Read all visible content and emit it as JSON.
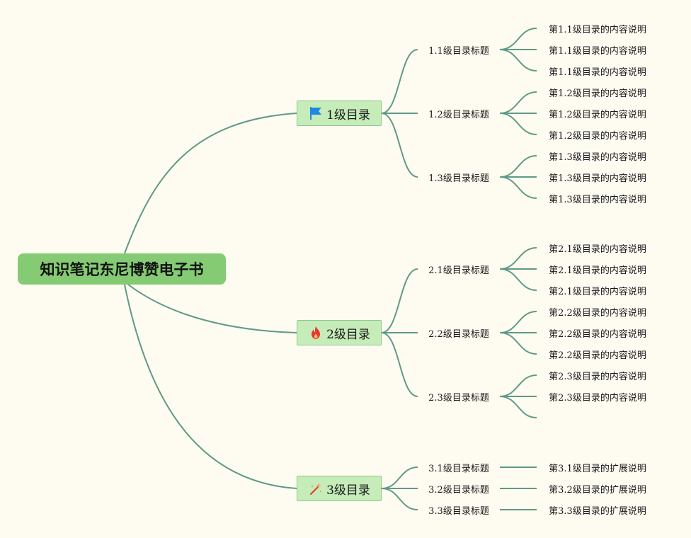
{
  "root": {
    "label": "知识笔记东尼博赞电子书"
  },
  "branches": [
    {
      "label": "1级目录",
      "icon": "blue-flag-icon",
      "icon_color": "#1e88e5",
      "children": [
        {
          "label": "1.1级目录标题",
          "items": [
            "第1.1级目录的内容说明",
            "第1.1级目录的内容说明",
            "第1.1级目录的内容说明"
          ]
        },
        {
          "label": "1.2级目录标题",
          "items": [
            "第1.2级目录的内容说明",
            "第1.2级目录的内容说明",
            "第1.2级目录的内容说明"
          ]
        },
        {
          "label": "1.3级目录标题",
          "items": [
            "第1.3级目录的内容说明",
            "第1.3级目录的内容说明",
            "第1.3级目录的内容说明"
          ]
        }
      ]
    },
    {
      "label": "2级目录",
      "icon": "fire-icon",
      "icon_color": "#e53935",
      "children": [
        {
          "label": "2.1级目录标题",
          "items": [
            "第2.1级目录的内容说明",
            "第2.1级目录的内容说明",
            "第2.1级目录的内容说明"
          ]
        },
        {
          "label": "2.2级目录标题",
          "items": [
            "第2.2级目录的内容说明",
            "第2.2级目录的内容说明",
            "第2.2级目录的内容说明"
          ]
        },
        {
          "label": "2.3级目录标题",
          "items": [
            "第2.3级目录的内容说明",
            "第2.3级目录的内容说明",
            ""
          ]
        }
      ]
    },
    {
      "label": "3级目录",
      "icon": "magic-wand-icon",
      "icon_color": "#e53935",
      "children": [
        {
          "label": "3.1级目录标题",
          "items": [
            "第3.1级目录的扩展说明"
          ]
        },
        {
          "label": "3.2级目录标题",
          "items": [
            "第3.2级目录的扩展说明"
          ]
        },
        {
          "label": "3.3级目录标题",
          "items": [
            "第3.3级目录的扩展说明"
          ]
        }
      ]
    }
  ],
  "colors": {
    "background": "#fefbf1",
    "connector": "#5f9a88",
    "root_fill": "#85cb74",
    "branch_fill": "#c5ecb9",
    "branch_border": "#8bc98a"
  }
}
